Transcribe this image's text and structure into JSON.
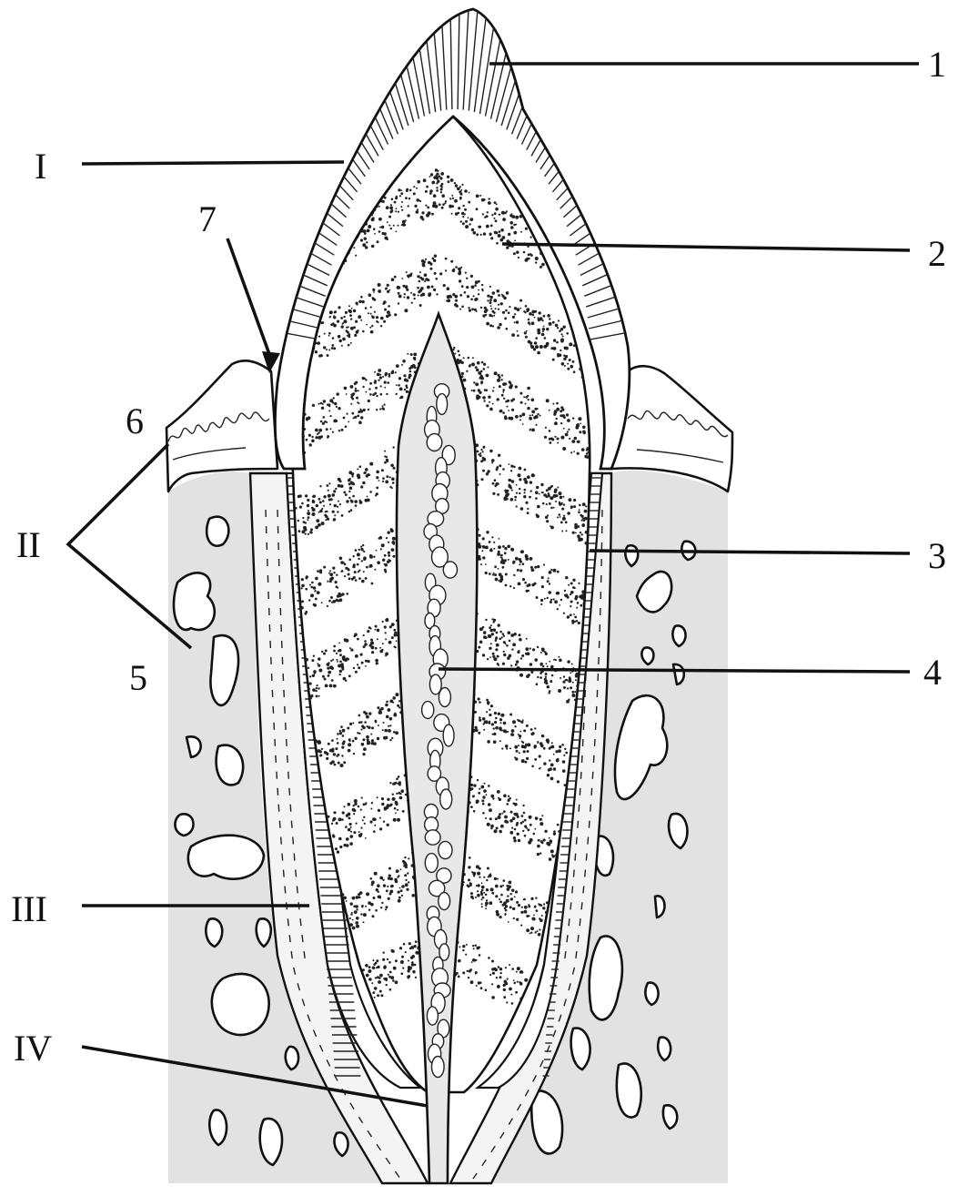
{
  "labels": {
    "right": [
      "1",
      "2",
      "3",
      "4"
    ],
    "left_roman": [
      "I",
      "II",
      "III",
      "IV"
    ],
    "left_numbers": [
      "5",
      "6",
      "7"
    ]
  },
  "colors": {
    "bone": "#e2e2e2",
    "ink": "#111111",
    "background": "#ffffff"
  }
}
